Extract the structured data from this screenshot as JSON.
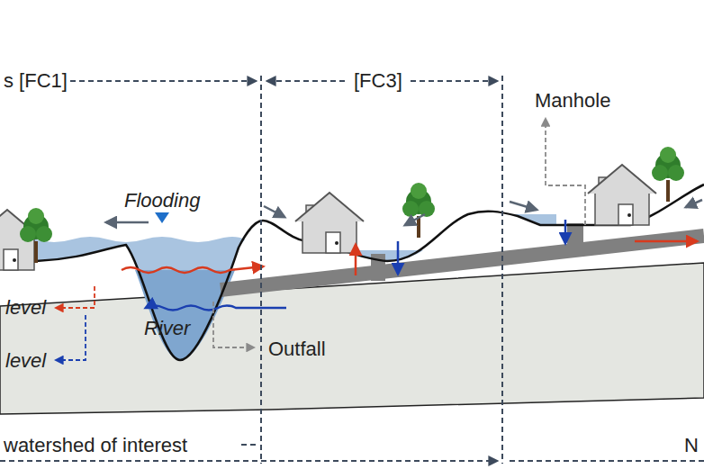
{
  "diagram": {
    "labels": [
      "s [FC1]",
      "[FC3]",
      "Manhole",
      "Flooding",
      "level",
      "level",
      "River",
      "Outfall",
      "watershed of interest",
      "N"
    ]
  }
}
